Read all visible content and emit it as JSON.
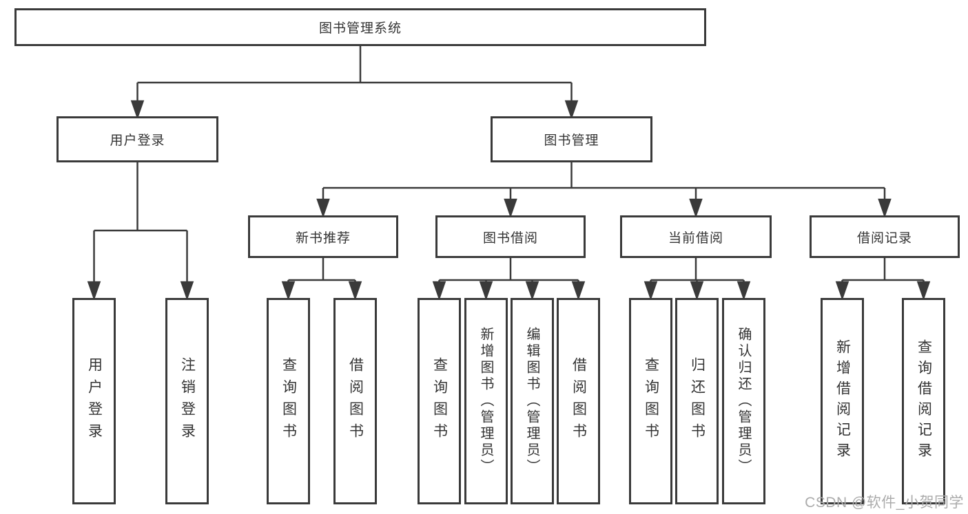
{
  "colors": {
    "line": "#3a3a3a",
    "box_border": "#3a3a3a",
    "text": "#333333",
    "watermark": "#ababab",
    "background": "#ffffff"
  },
  "nodes": {
    "root": {
      "label": "图书管理系统"
    },
    "user_login": {
      "label": "用户登录"
    },
    "book_mgmt": {
      "label": "图书管理"
    },
    "new_book_rec": {
      "label": "新书推荐"
    },
    "book_borrow": {
      "label": "图书借阅"
    },
    "current_borrow": {
      "label": "当前借阅"
    },
    "borrow_record": {
      "label": "借阅记录"
    },
    "leaf_user_login": {
      "label": "用户登录"
    },
    "leaf_logout": {
      "label": "注销登录"
    },
    "leaf_newrec_query": {
      "label": "查询图书"
    },
    "leaf_newrec_borrow": {
      "label": "借阅图书"
    },
    "leaf_borrow_query": {
      "label": "查询图书"
    },
    "leaf_borrow_add": {
      "label": "新增图书（管理员）"
    },
    "leaf_borrow_edit": {
      "label": "编辑图书（管理员）"
    },
    "leaf_borrow_borrow": {
      "label": "借阅图书"
    },
    "leaf_current_query": {
      "label": "查询图书"
    },
    "leaf_current_return": {
      "label": "归还图书"
    },
    "leaf_current_confirm": {
      "label": "确认归还（管理员）"
    },
    "leaf_record_add": {
      "label": "新增借阅记录"
    },
    "leaf_record_query": {
      "label": "查询借阅记录"
    }
  },
  "watermark": {
    "text": "CSDN @软件_小贺同学"
  }
}
